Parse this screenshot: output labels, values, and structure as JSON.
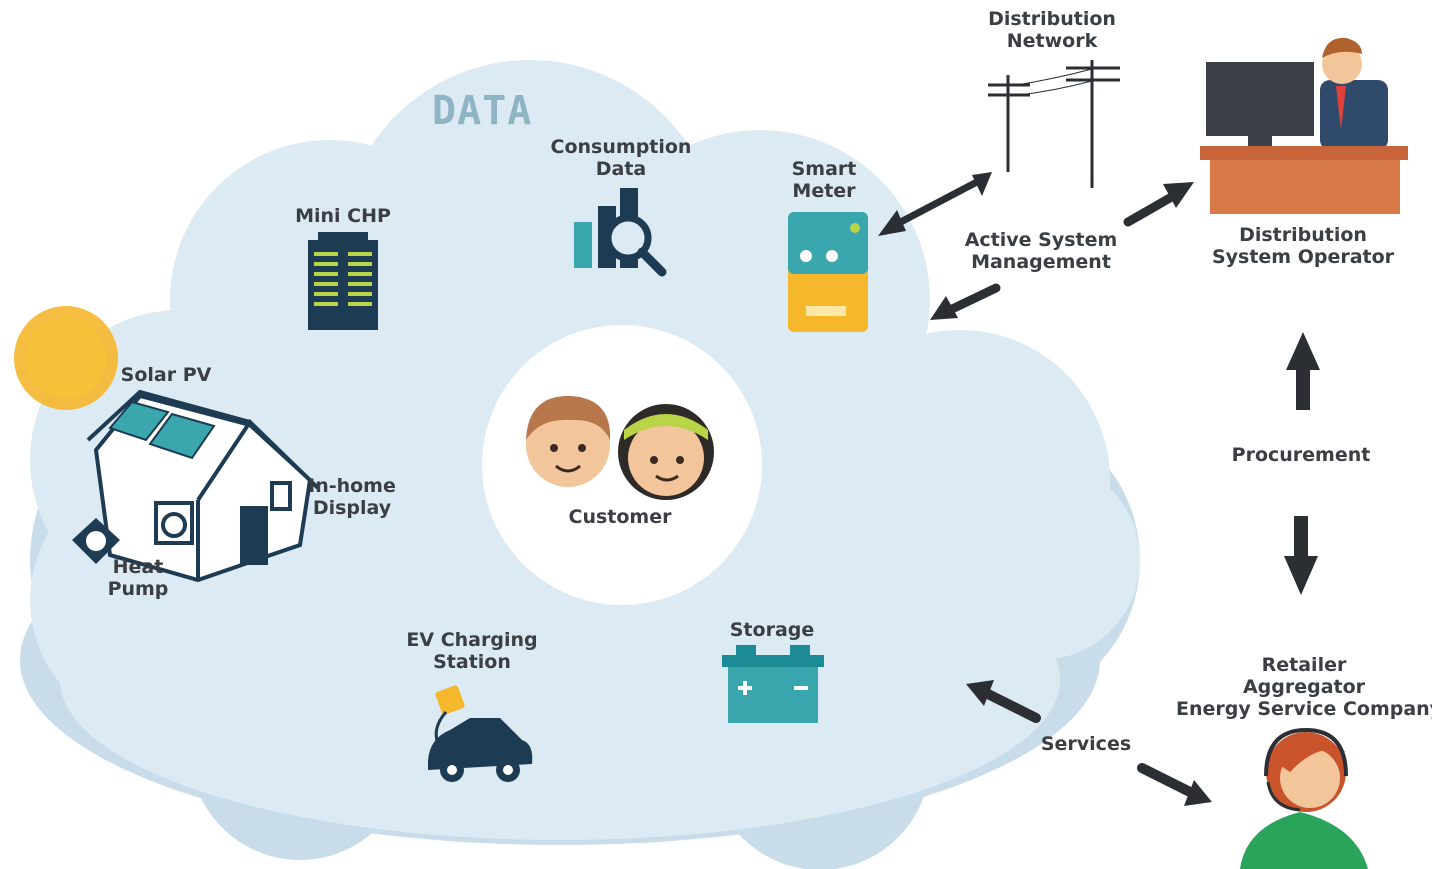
{
  "cloud_title": "DATA",
  "labels": {
    "distribution_network": [
      "Distribution",
      "Network"
    ],
    "dso": [
      "Distribution",
      "System Operator"
    ],
    "consumption_data": [
      "Consumption",
      "Data"
    ],
    "smart_meter": [
      "Smart",
      "Meter"
    ],
    "mini_chp": "Mini CHP",
    "active_system_management": [
      "Active System",
      "Management"
    ],
    "solar_pv": "Solar PV",
    "in_home_display": [
      "In-home",
      "Display"
    ],
    "heat_pump": [
      "Heat",
      "Pump"
    ],
    "customer": "Customer",
    "procurement": "Procurement",
    "ev_charging": [
      "EV Charging",
      "Station"
    ],
    "storage": "Storage",
    "retailer": [
      "Retailer",
      "Aggregator",
      "Energy Service Company"
    ],
    "services": "Services"
  },
  "colors": {
    "cloud": "#dcebf3",
    "cloud_shadow": "#c7dce8",
    "navy": "#1d3b52",
    "teal": "#3aa6ad",
    "yellow": "#f5b72c",
    "green": "#b9d447",
    "arrow": "#2b2e33"
  }
}
